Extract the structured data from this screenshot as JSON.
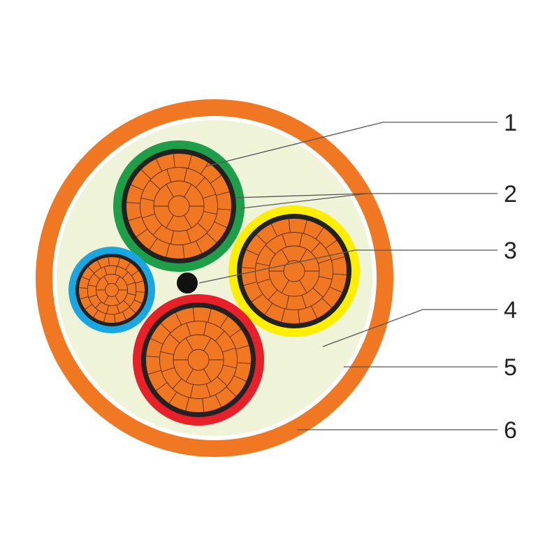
{
  "callouts": [
    {
      "label": "1"
    },
    {
      "label": "2"
    },
    {
      "label": "3"
    },
    {
      "label": "4"
    },
    {
      "label": "5"
    },
    {
      "label": "6"
    }
  ],
  "colors": {
    "outer_sheath": "#f07822",
    "separator_tape": "#ffffff",
    "filler": "#eff3d8",
    "copper": "#f07822",
    "copper_lines": "#5a2a10",
    "core_screen": "#222222",
    "insulation_green": "#1f9e4a",
    "insulation_yellow": "#ffee00",
    "insulation_red": "#e8202a",
    "insulation_blue": "#1aa6e0",
    "center_element": "#111111",
    "leader_line": "#555555"
  }
}
